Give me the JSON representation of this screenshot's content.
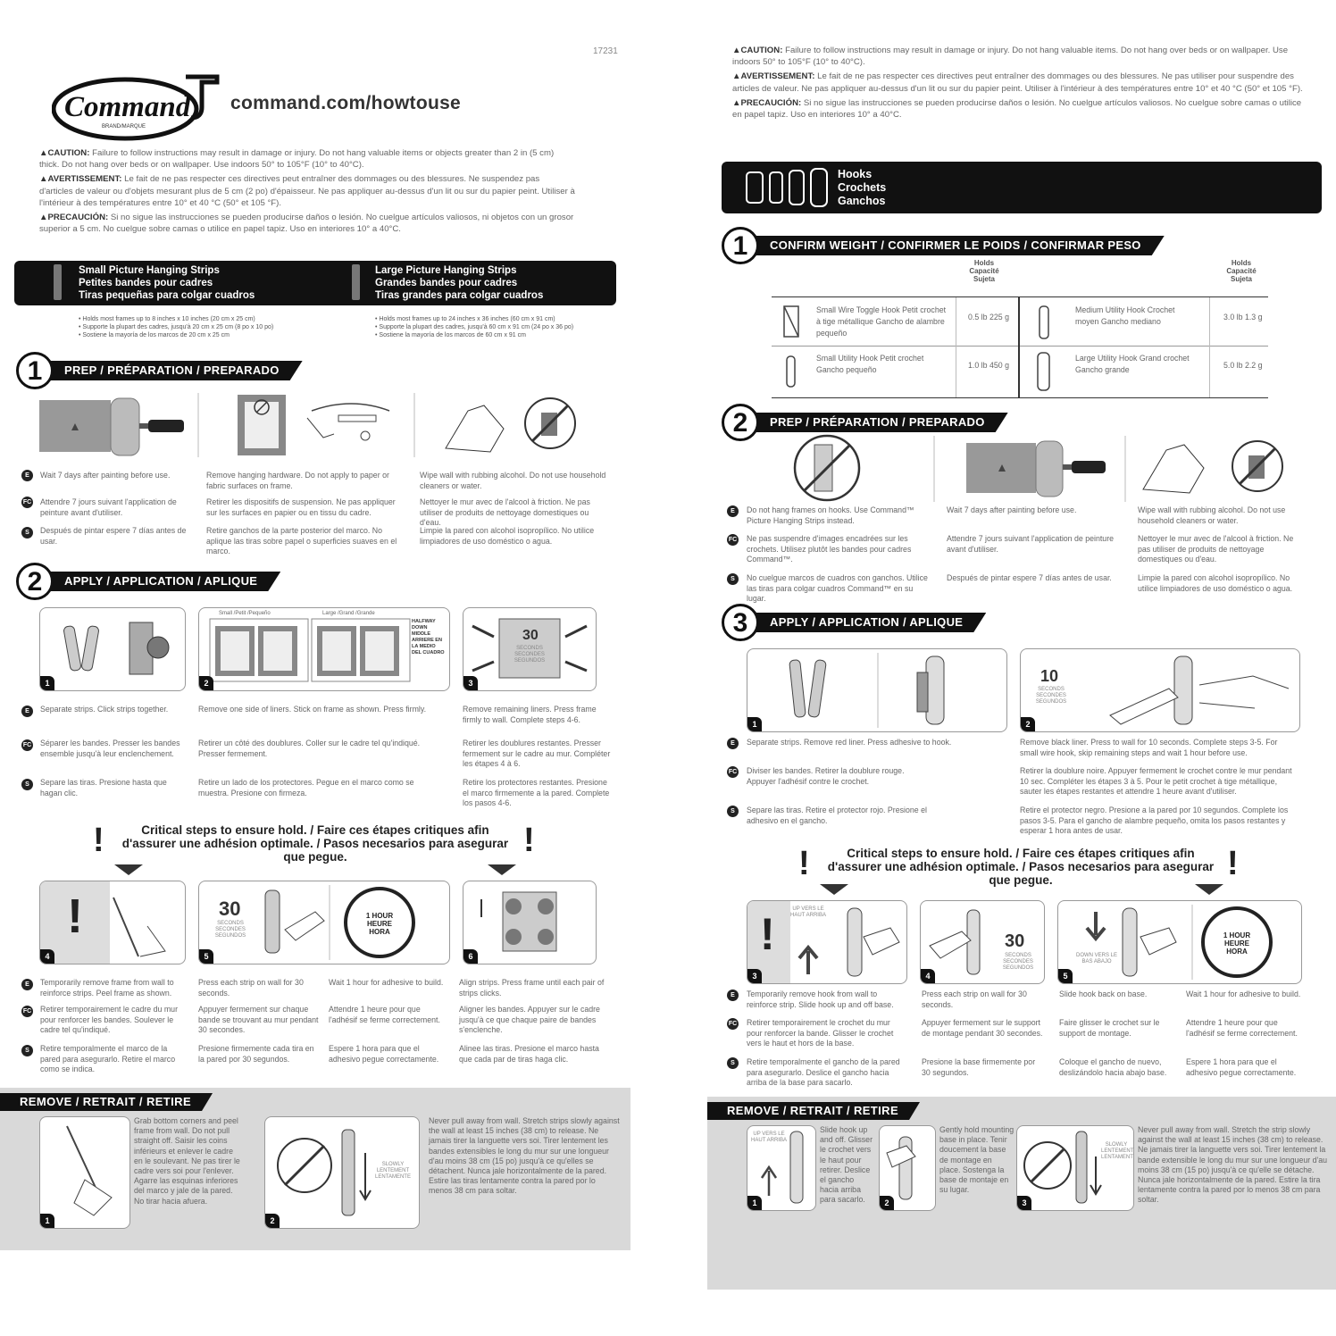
{
  "left": {
    "ref_number": "17231",
    "brand": {
      "name": "Command",
      "sub": "BRAND/MARQUE"
    },
    "url": "command.com/howtouse",
    "warnings": [
      {
        "label": "▲CAUTION:",
        "text": "Failure to follow instructions may result in damage or injury. Do not hang valuable items or objects greater than 2 in (5 cm) thick. Do not hang over beds or on wallpaper. Use indoors 50° to 105°F (10° to 40°C)."
      },
      {
        "label": "▲AVERTISSEMENT:",
        "text": "Le fait de ne pas respecter ces directives peut entraîner des dommages ou des blessures. Ne suspendez pas d'articles de valeur ou d'objets mesurant plus de 5 cm (2 po) d'épaisseur. Ne pas appliquer au-dessus d'un lit ou sur du papier peint. Utiliser à l'intérieur à des températures entre 10° et 40 °C (50° et 105 °F)."
      },
      {
        "label": "▲PRECAUCIÓN:",
        "text": "Si no sigue las instrucciones se pueden producirse daños o lesión. No cuelgue artículos valiosos, ni objetos con un grosor superior a 5 cm. No cuelgue sobre camas o utilice en papel tapiz. Uso en interiores 10° a 40°C."
      }
    ],
    "product_bar": {
      "small": [
        "Small Picture Hanging Strips",
        "Petites bandes pour cadres",
        "Tiras pequeñas para colgar cuadros"
      ],
      "large": [
        "Large Picture Hanging Strips",
        "Grandes bandes pour cadres",
        "Tiras grandes para colgar cuadros"
      ]
    },
    "bullets_small": [
      "• Holds most frames up to 8 inches x 10 inches (20 cm x 25 cm)",
      "• Supporte la plupart des cadres, jusqu'à 20 cm x 25 cm (8 po x 10 po)",
      "• Sostiene la mayoría de los marcos de 20 cm x 25 cm"
    ],
    "bullets_large": [
      "• Holds most frames up to 24 inches x 36 inches (60 cm x 91 cm)",
      "• Supporte la plupart des cadres, jusqu'à 60 cm x 91 cm (24 po x 36 po)",
      "• Sostiene la mayoría de los marcos de 60 cm x 91 cm"
    ],
    "step1": {
      "num": "1",
      "label": "PREP / PRÉPARATION / PREPARADO",
      "cols": [
        {
          "en": "Wait 7 days after painting before use.",
          "fr": "Attendre 7 jours suivant l'application de peinture avant d'utiliser.",
          "es": "Después de pintar espere 7 días antes de usar."
        },
        {
          "en": "Remove hanging hardware. Do not apply to paper or fabric surfaces on frame.",
          "fr": "Retirer les dispositifs de suspension. Ne pas appliquer sur les surfaces en papier ou en tissu du cadre.",
          "es": "Retire ganchos de la parte posterior del marco. No aplique las tiras sobre papel o superficies suaves en el marco."
        },
        {
          "en": "Wipe wall with rubbing alcohol. Do not use household cleaners or water.",
          "fr": "Nettoyer le mur avec de l'alcool à friction. Ne pas utiliser de produits de nettoyage domestiques ou d'eau.",
          "es": "Limpie la pared con alcohol isopropílico. No utilice limpiadores de uso doméstico o agua."
        }
      ]
    },
    "step2": {
      "num": "2",
      "label": "APPLY / APPLICATION / APLIQUE",
      "box2_labels": [
        "Small /Petit /Pequeño",
        "Large /Grand /Grande"
      ],
      "box2_side": "HALFWAY DOWN MIDDLE ARRIERE EN LA MEDIO DEL CUADRO",
      "seconds_num": "30",
      "seconds_text": "SECONDS SECONDES SEGUNDOS",
      "cols": [
        {
          "en": "Separate strips. Click strips together.",
          "fr": "Séparer les bandes. Presser les bandes ensemble jusqu'à leur enclenchement.",
          "es": "Separe las tiras. Presione hasta que hagan clic."
        },
        {
          "en": "Remove one side of liners. Stick on frame as shown. Press firmly.",
          "fr": "Retirer un côté des doublures. Coller sur le cadre tel qu'indiqué. Presser fermement.",
          "es": "Retire un lado de los protectores. Pegue en el marco como se muestra. Presione con firmeza."
        },
        {
          "en": "Remove remaining liners. Press frame firmly to wall. Complete steps 4-6.",
          "fr": "Retirer les doublures restantes. Presser fermement sur le cadre au mur. Compléter les étapes 4 à 6.",
          "es": "Retire los protectores restantes. Presione el marco firmemente a la pared. Complete los pasos 4-6."
        }
      ]
    },
    "critical": "Critical steps to ensure hold. / Faire ces étapes critiques afin d'assurer une adhésion optimale. / Pasos necesarios para asegurar que pegue.",
    "critical_boxes": {
      "seconds_num": "30",
      "seconds_text": "SECONDS SECONDES SEGUNDOS",
      "clock": "1 HOUR HEURE HORA"
    },
    "critical_cols": [
      {
        "en": "Temporarily remove frame from wall to reinforce strips. Peel frame as shown.",
        "fr": "Retirer temporairement le cadre du mur pour renforcer les bandes. Soulever le cadre tel qu'indiqué.",
        "es": "Retire temporalmente el marco de la pared para asegurarlo. Retire el marco como se indica."
      },
      {
        "en": "Press each strip on wall for 30 seconds.",
        "fr": "Appuyer fermement sur chaque bande se trouvant au mur pendant 30 secondes.",
        "es": "Presione firmemente cada tira en la pared por 30 segundos."
      },
      {
        "en": "Wait 1 hour for adhesive to build.",
        "fr": "Attendre 1 heure pour que l'adhésif se ferme correctement.",
        "es": "Espere 1 hora para que el adhesivo pegue correctamente."
      },
      {
        "en": "Align strips. Press frame until each pair of strips clicks.",
        "fr": "Aligner les bandes. Appuyer sur le cadre jusqu'à ce que chaque paire de bandes s'enclenche.",
        "es": "Alinee las tiras. Presione el marco hasta que cada par de tiras haga clic."
      }
    ],
    "remove": {
      "label": "REMOVE / RETRAIT / RETIRE",
      "col1": "Grab bottom corners and peel frame from wall. Do not pull straight off. Saisir les coins inférieurs et enlever le cadre en le soulevant. Ne pas tirer le cadre vers soi pour l'enlever. Agarre las esquinas inferiores del marco y jale de la pared. No tirar hacia afuera.",
      "slowly": "SLOWLY LENTEMENT LENTAMENTE",
      "col2": "Never pull away from wall. Stretch strips slowly against the wall at least 15 inches (38 cm) to release. Ne jamais tirer la languette vers soi. Tirer lentement les bandes extensibles le long du mur sur une longueur d'au moins 38 cm (15 po) jusqu'à ce qu'elles se détachent. Nunca jale horizontalmente de la pared. Estire las tiras lentamente contra la pared por lo menos 38 cm para soltar."
    }
  },
  "right": {
    "warnings": [
      {
        "label": "▲CAUTION:",
        "text": "Failure to follow instructions may result in damage or injury. Do not hang valuable items. Do not hang over beds or on wallpaper. Use indoors 50° to 105°F (10° to 40°C)."
      },
      {
        "label": "▲AVERTISSEMENT:",
        "text": "Le fait de ne pas respecter ces directives peut entraîner des dommages ou des blessures. Ne pas utiliser pour suspendre des articles de valeur. Ne pas appliquer au-dessus d'un lit ou sur du papier peint. Utiliser à l'intérieur à des températures entre 10° et 40 °C (50° et 105 °F)."
      },
      {
        "label": "▲PRECAUCIÓN:",
        "text": "Si no sigue las instrucciones se pueden producirse daños o lesión. No cuelgue artículos valiosos. No cuelgue sobre camas o utilice en papel tapiz. Uso en interiores 10° a 40°C."
      }
    ],
    "hooks_bar": [
      "Hooks",
      "Crochets",
      "Ganchos"
    ],
    "step1": {
      "num": "1",
      "label": "CONFIRM WEIGHT / CONFIRMER LE POIDS / CONFIRMAR PESO",
      "holds_header": "Holds Capacité Sujeta",
      "rows": [
        {
          "left": {
            "name": "Small Wire Toggle Hook Petit crochet à tige métallique Gancho de alambre pequeño",
            "cap": "0.5 lb 225 g"
          },
          "right": {
            "name": "Medium Utility Hook Crochet moyen Gancho mediano",
            "cap": "3.0 lb 1.3 g"
          }
        },
        {
          "left": {
            "name": "Small Utility Hook Petit crochet Gancho pequeño",
            "cap": "1.0 lb 450 g"
          },
          "right": {
            "name": "Large Utility Hook Grand crochet Gancho grande",
            "cap": "5.0 lb 2.2 g"
          }
        }
      ]
    },
    "step2": {
      "num": "2",
      "label": "PREP / PRÉPARATION / PREPARADO",
      "cols": [
        {
          "en": "Do not hang frames on hooks. Use Command™ Picture Hanging Strips instead.",
          "fr": "Ne pas suspendre d'images encadrées sur les crochets. Utilisez plutôt les bandes pour cadres Command™.",
          "es": "No cuelgue marcos de cuadros con ganchos. Utilice las tiras para colgar cuadros Command™ en su lugar."
        },
        {
          "en": "Wait 7 days after painting before use.",
          "fr": "Attendre 7 jours suivant l'application de peinture avant d'utiliser.",
          "es": "Después de pintar espere 7 días antes de usar."
        },
        {
          "en": "Wipe wall with rubbing alcohol. Do not use household cleaners or water.",
          "fr": "Nettoyer le mur avec de l'alcool à friction. Ne pas utiliser de produits de nettoyage domestiques ou d'eau.",
          "es": "Limpie la pared con alcohol isopropílico. No utilice limpiadores de uso doméstico o agua."
        }
      ]
    },
    "step3": {
      "num": "3",
      "label": "APPLY / APPLICATION / APLIQUE",
      "seconds_num": "10",
      "seconds_text": "SECONDS SECONDES SEGUNDOS",
      "cols": [
        {
          "en": "Separate strips. Remove red liner. Press adhesive to hook.",
          "fr": "Diviser les bandes. Retirer la doublure rouge. Appuyer l'adhésif contre le crochet.",
          "es": "Separe las tiras. Retire el protector rojo. Presione el adhesivo en el gancho."
        },
        {
          "en": "Remove black liner. Press to wall for 10 seconds. Complete steps 3-5. For small wire hook, skip remaining steps and wait 1 hour before use.",
          "fr": "Retirer la doublure noire. Appuyer fermement le crochet contre le mur pendant 10 sec. Compléter les étapes 3 à 5. Pour le petit crochet à tige métallique, sauter les étapes restantes et attendre 1 heure avant d'utiliser.",
          "es": "Retire el protector negro. Presione a la pared por 10 segundos. Complete los pasos 3-5. Para el gancho de alambre pequeño, omita los pasos restantes y esperar 1 hora antes de usar."
        }
      ]
    },
    "critical": "Critical steps to ensure hold. / Faire ces étapes critiques afin d'assurer une adhésion optimale. / Pasos necesarios para asegurar que pegue.",
    "critical_boxes": {
      "up_label": "UP VERS LE HAUT ARRIBA",
      "seconds_num": "30",
      "seconds_text": "SECONDS SECONDES SEGUNDOS",
      "down_label": "DOWN VERS LE BAS ABAJO",
      "clock": "1 HOUR HEURE HORA"
    },
    "critical_cols": [
      {
        "en": "Temporarily remove hook from wall to reinforce strip. Slide hook up and off base.",
        "fr": "Retirer temporairement le crochet du mur pour renforcer la bande. Glisser le crochet vers le haut et hors de la base.",
        "es": "Retire temporalmente el gancho de la pared para asegurarlo. Deslice el gancho hacia arriba de la base para sacarlo."
      },
      {
        "en": "Press each strip on wall for 30 seconds.",
        "fr": "Appuyer fermement sur le support de montage pendant 30 secondes.",
        "es": "Presione la base firmemente por 30 segundos."
      },
      {
        "en": "Slide hook back on base.",
        "fr": "Faire glisser le crochet sur le support de montage.",
        "es": "Coloque el gancho de nuevo, deslizándolo hacia abajo base."
      },
      {
        "en": "Wait 1 hour for adhesive to build.",
        "fr": "Attendre 1 heure pour que l'adhésif se ferme correctement.",
        "es": "Espere 1 hora para que el adhesivo pegue correctamente."
      }
    ],
    "remove": {
      "label": "REMOVE / RETRAIT / RETIRE",
      "up_label": "UP VERS LE HAUT ARRIBA",
      "col1": "Slide hook up and off. Glisser le crochet vers le haut pour retirer. Deslice el gancho hacia arriba para sacarlo.",
      "col2": "Gently hold mounting base in place. Tenir doucement la base de montage en place. Sostenga la base de montaje en su lugar.",
      "slowly": "SLOWLY LENTEMENT LENTAMENTE",
      "col3": "Never pull away from wall. Stretch the strip slowly against the wall at least 15 inches (38 cm) to release. Ne jamais tirer la languette vers soi. Tirer lentement la bande extensible le long du mur sur une longueur d'au moins 38 cm (15 po) jusqu'à ce qu'elle se détache. Nunca jale horizontalmente de la pared. Estire la tira lentamente contra la pared por lo menos 38 cm para soltar."
    }
  },
  "colors": {
    "black": "#111111",
    "grey_panel": "#d9d9d9",
    "text_grey": "#666666"
  }
}
